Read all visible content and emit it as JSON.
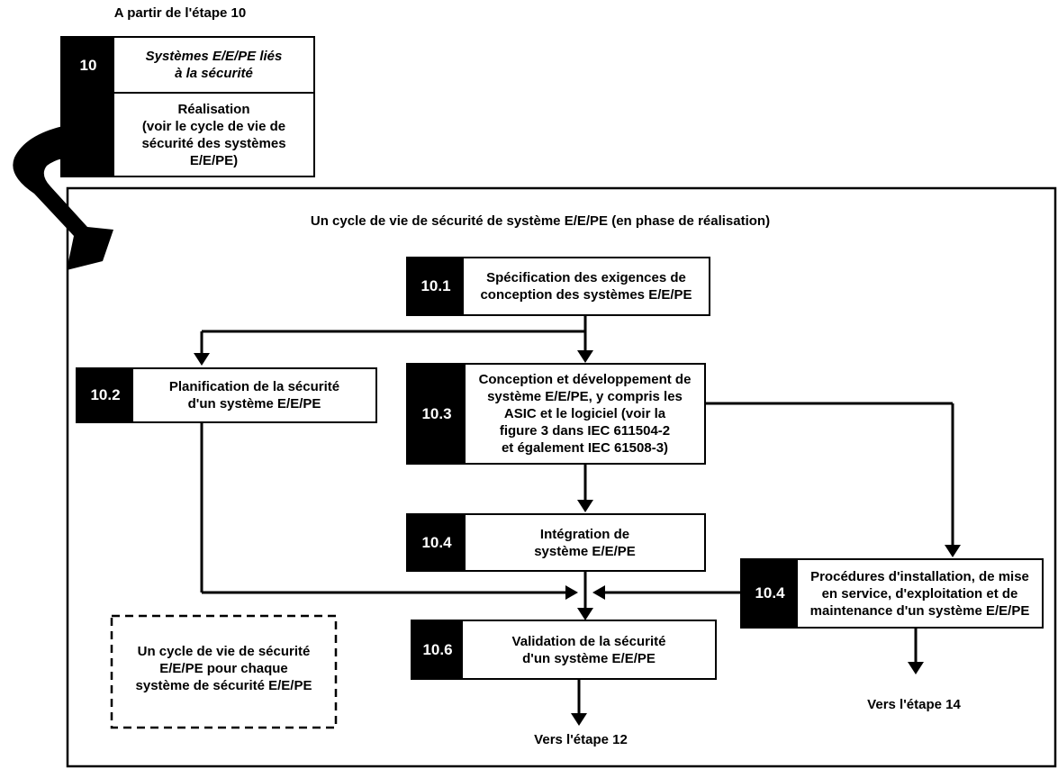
{
  "header": {
    "from_step": "A partir de l'étape 10"
  },
  "step10": {
    "number": "10",
    "title": "Systèmes E/E/PE liés\nà la sécurité",
    "body": "Réalisation\n(voir le cycle de vie de\nsécurité des systèmes\nE/E/PE)"
  },
  "frame": {
    "title": "Un cycle de vie de sécurité de système E/E/PE (en phase de réalisation)"
  },
  "boxes": {
    "b101": {
      "number": "10.1",
      "label": "Spécification des exigences de\nconception des systèmes E/E/PE"
    },
    "b102": {
      "number": "10.2",
      "label": "Planification de la sécurité\nd'un système E/E/PE"
    },
    "b103": {
      "number": "10.3",
      "label": "Conception et développement de\nsystème E/E/PE, y compris les\nASIC et le logiciel (voir la\nfigure 3 dans IEC 611504-2\net également IEC 61508-3)"
    },
    "b104": {
      "number": "10.4",
      "label": "Intégration de\nsystème E/E/PE"
    },
    "b105": {
      "number": "10.4",
      "label": "Procédures d'installation, de mise\nen service, d'exploitation et de\nmaintenance d'un système E/E/PE"
    },
    "b106": {
      "number": "10.6",
      "label": "Validation de la sécurité\nd'un système E/E/PE"
    }
  },
  "note": {
    "text": "Un cycle de vie de sécurité\nE/E/PE pour chaque\nsystème de sécurité E/E/PE"
  },
  "outputs": {
    "to12": "Vers l'étape 12",
    "to14": "Vers l'étape 14"
  }
}
